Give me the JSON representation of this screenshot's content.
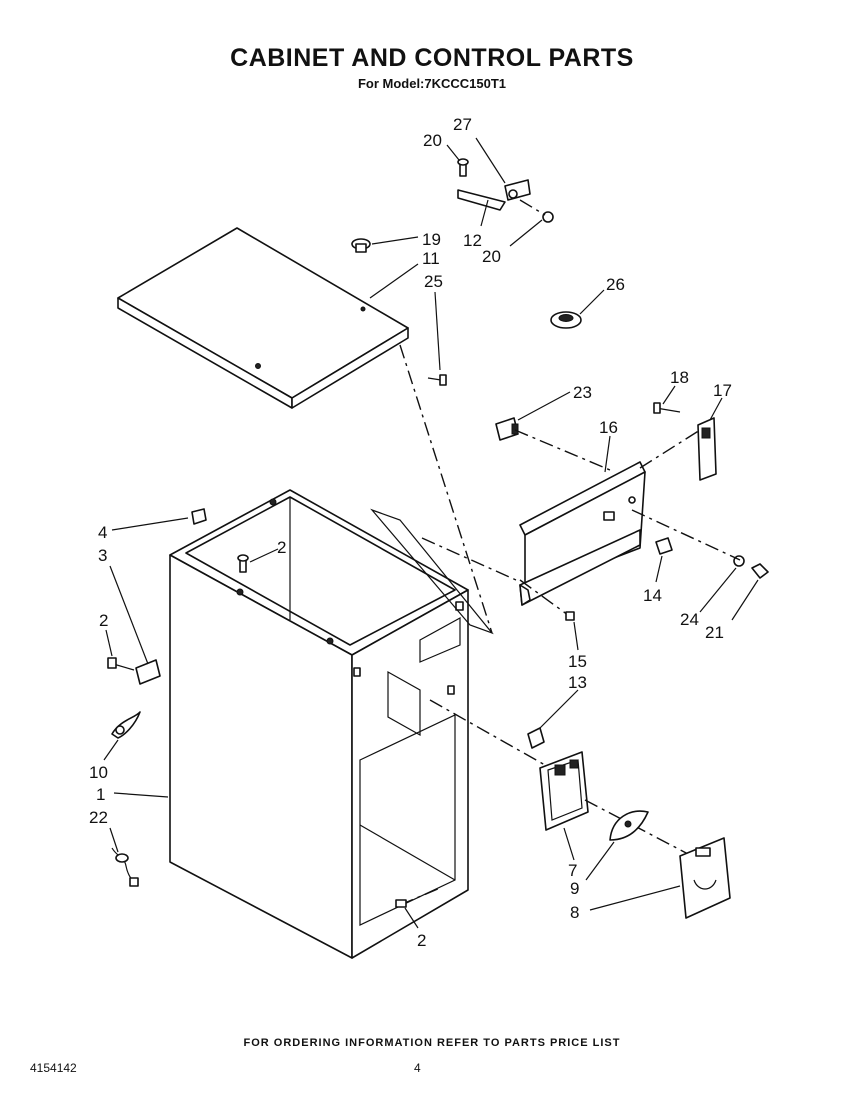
{
  "header": {
    "title": "CABINET AND CONTROL PARTS",
    "model": "For Model:7KCCC150T1"
  },
  "footer": {
    "ordering_note": "FOR ORDERING INFORMATION REFER TO PARTS PRICE LIST",
    "document_number": "4154142",
    "page_number": "4"
  },
  "callouts": [
    {
      "id": "c27",
      "label": "27"
    },
    {
      "id": "c20a",
      "label": "20"
    },
    {
      "id": "c12",
      "label": "12"
    },
    {
      "id": "c20b",
      "label": "20"
    },
    {
      "id": "c19",
      "label": "19"
    },
    {
      "id": "c11",
      "label": "11"
    },
    {
      "id": "c25",
      "label": "25"
    },
    {
      "id": "c26",
      "label": "26"
    },
    {
      "id": "c18",
      "label": "18"
    },
    {
      "id": "c17",
      "label": "17"
    },
    {
      "id": "c23",
      "label": "23"
    },
    {
      "id": "c16",
      "label": "16"
    },
    {
      "id": "c4",
      "label": "4"
    },
    {
      "id": "c2a",
      "label": "2"
    },
    {
      "id": "c3",
      "label": "3"
    },
    {
      "id": "c2b",
      "label": "2"
    },
    {
      "id": "c14",
      "label": "14"
    },
    {
      "id": "c24",
      "label": "24"
    },
    {
      "id": "c21",
      "label": "21"
    },
    {
      "id": "c15",
      "label": "15"
    },
    {
      "id": "c13",
      "label": "13"
    },
    {
      "id": "c10",
      "label": "10"
    },
    {
      "id": "c1",
      "label": "1"
    },
    {
      "id": "c22",
      "label": "22"
    },
    {
      "id": "c7",
      "label": "7"
    },
    {
      "id": "c9",
      "label": "9"
    },
    {
      "id": "c8",
      "label": "8"
    },
    {
      "id": "c2c",
      "label": "2"
    }
  ]
}
